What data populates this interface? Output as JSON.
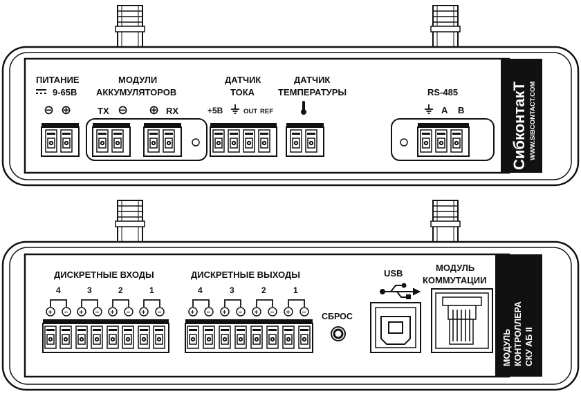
{
  "top_panel": {
    "power": {
      "title": "ПИТАНИЕ",
      "voltage": "9-65В",
      "minus": "⊖",
      "plus": "⊕"
    },
    "battery_modules": {
      "title_line1": "МОДУЛИ",
      "title_line2": "АККУМУЛЯТОРОВ",
      "tx": "TX",
      "rx": "RX",
      "minus": "⊖",
      "plus": "⊕"
    },
    "current_sensor": {
      "title_line1": "ДАТЧИК",
      "title_line2": "ТОКА",
      "plus5v": "+5В",
      "out": "OUT",
      "ref": "REF"
    },
    "temp_sensor": {
      "title_line1": "ДАТЧИК",
      "title_line2": "ТЕМПЕРАТУРЫ"
    },
    "rs485": {
      "title": "RS-485",
      "a": "A",
      "b": "B"
    },
    "brand": {
      "logo": "СибконтакТ",
      "url": "WWW.SIBCONTACT.COM"
    }
  },
  "bottom_panel": {
    "discrete_inputs": {
      "title": "ДИСКРЕТНЫЕ ВХОДЫ",
      "channels": [
        "4",
        "3",
        "2",
        "1"
      ]
    },
    "discrete_outputs": {
      "title": "ДИСКРЕТНЫЕ ВЫХОДЫ",
      "channels": [
        "4",
        "3",
        "2",
        "1"
      ]
    },
    "polarity": {
      "plus": "+",
      "minus": "−"
    },
    "reset": {
      "label": "СБРОС"
    },
    "usb": {
      "label": "USB"
    },
    "switch_module": {
      "title_line1": "МОДУЛЬ",
      "title_line2": "КОММУТАЦИИ"
    },
    "product": {
      "line1": "МОДУЛЬ",
      "line2": "КОНТРОЛЛЕРА",
      "line3": "СКУ АБ II"
    }
  }
}
